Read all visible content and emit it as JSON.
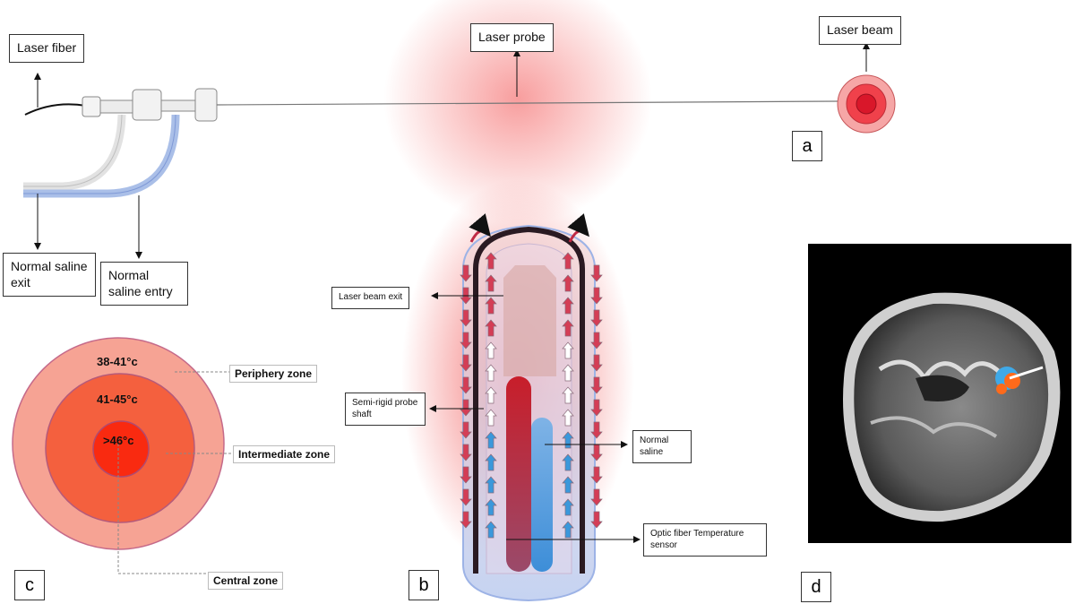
{
  "panels": {
    "a": "a",
    "b": "b",
    "c": "c",
    "d": "d"
  },
  "top": {
    "laser_fiber": "Laser fiber",
    "laser_probe": "Laser probe",
    "laser_beam": "Laser beam",
    "saline_exit": "Normal saline exit",
    "saline_entry": "Normal saline entry"
  },
  "probe": {
    "beam_exit": "Laser beam exit",
    "shaft": "Semi-rigid probe shaft",
    "saline": "Normal saline",
    "sensor": "Optic fiber Temperature sensor"
  },
  "zones": {
    "periphery_temp": "38-41°c",
    "intermediate_temp": "41-45°c",
    "central_temp": ">46°c",
    "periphery": "Periphery zone",
    "intermediate": "Intermediate zone",
    "central": "Central  zone"
  },
  "colors": {
    "outer": "#f6a394",
    "middle": "#f4603e",
    "inner": "#f92a10",
    "flow_out": "#d43d55",
    "flow_in": "#3a98db"
  }
}
